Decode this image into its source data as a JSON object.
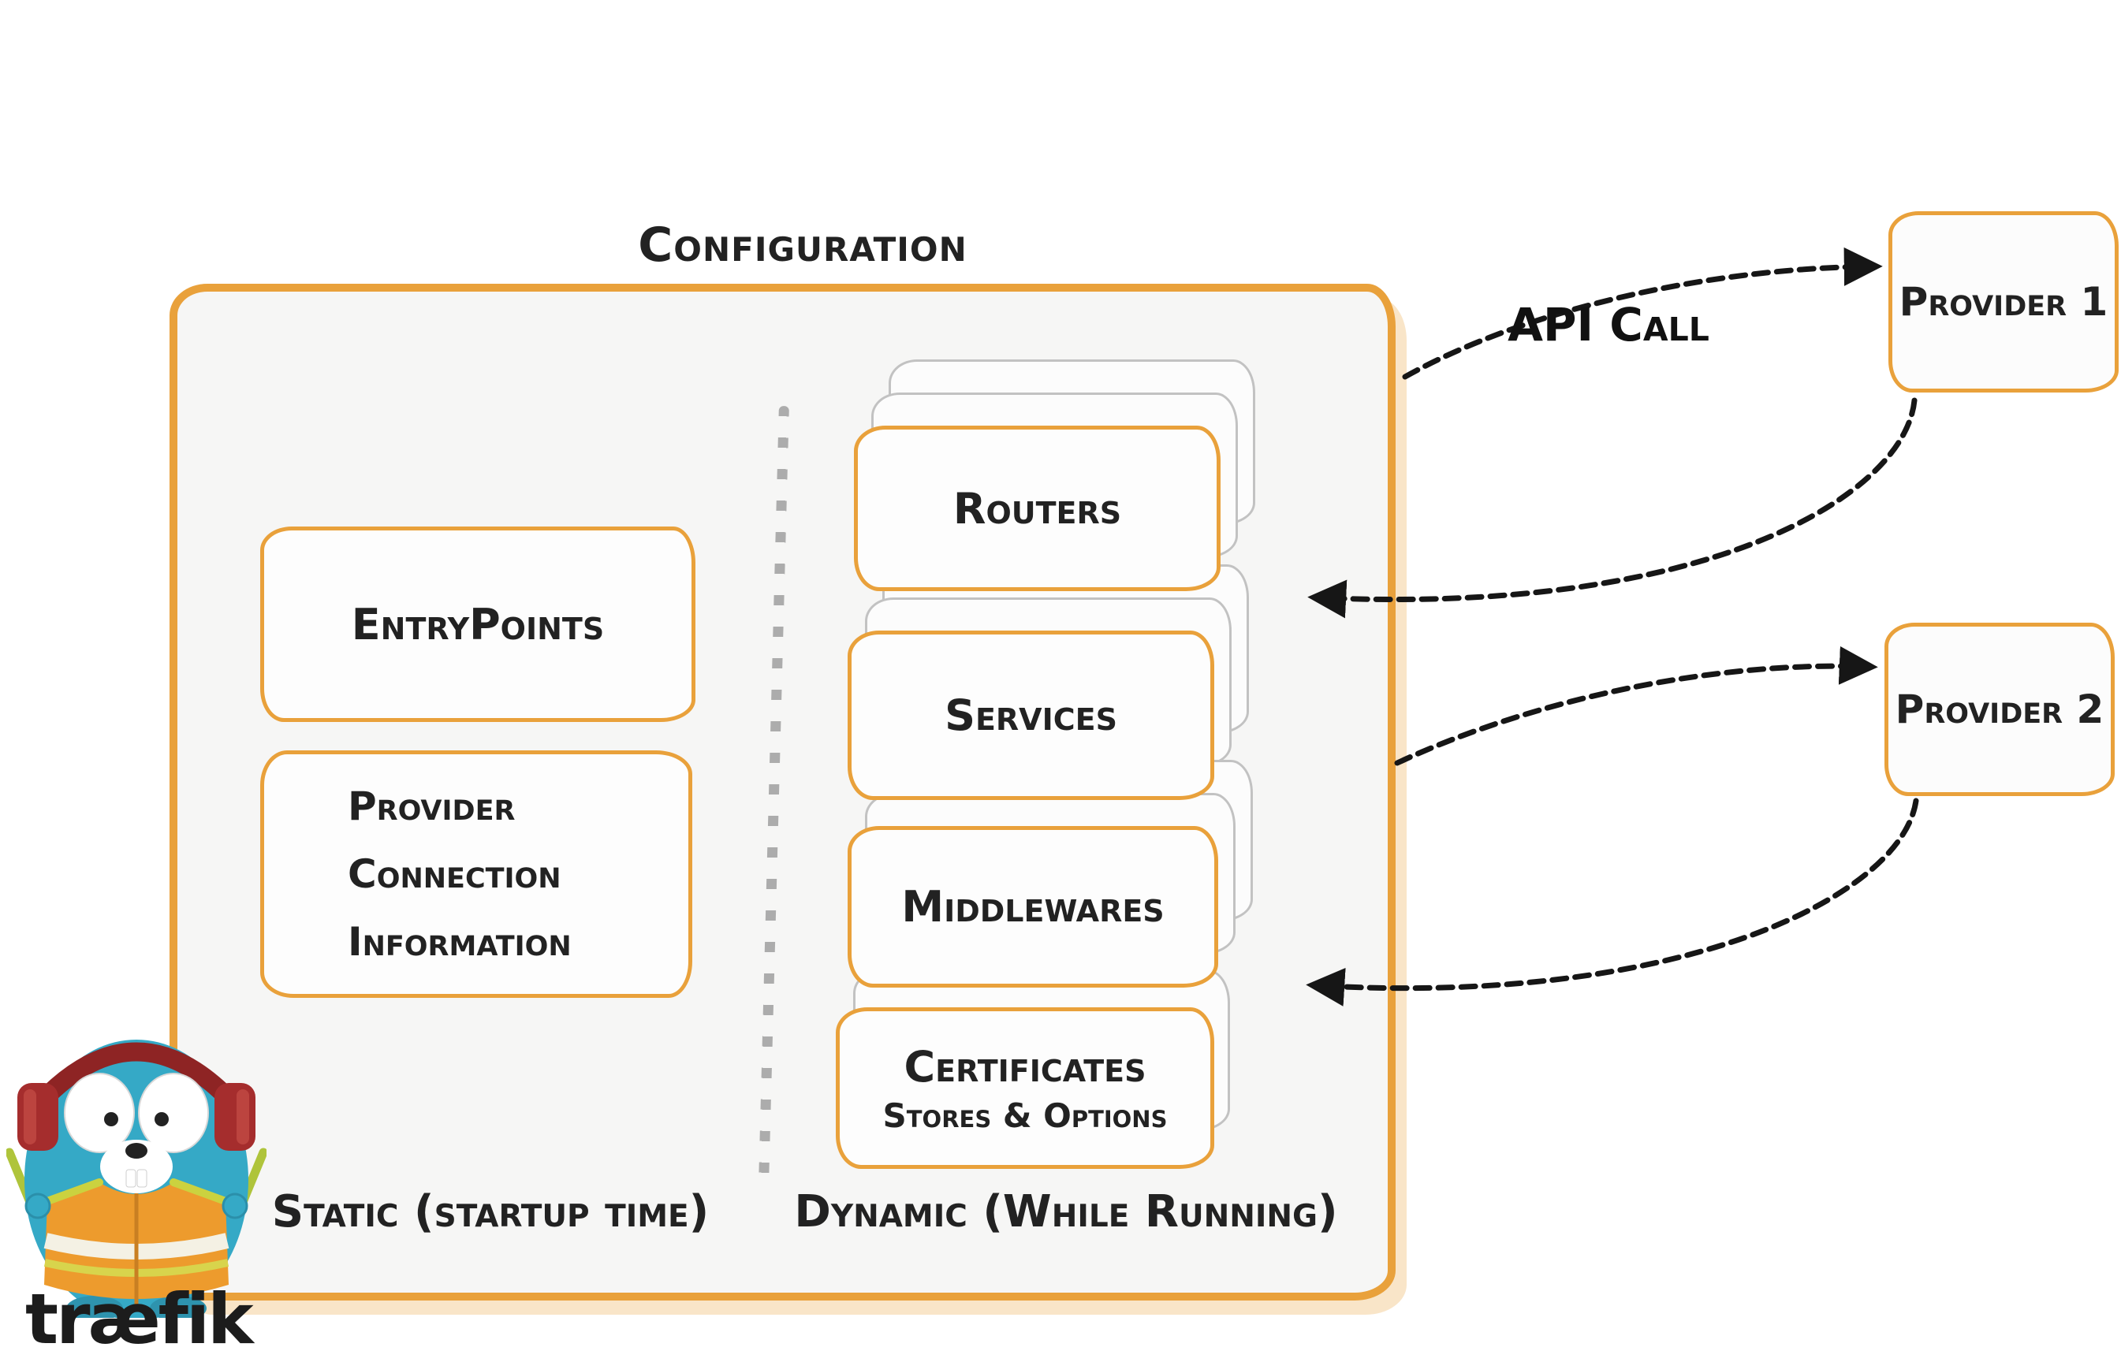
{
  "colors": {
    "orange": "#E9A13B",
    "panel_bg": "#F6F6F5",
    "card_bg": "#FDFDFD",
    "ink": "#222222",
    "ghost": "#C2C2C2",
    "arrow": "#161616",
    "teal": "#35A9C6"
  },
  "diagram": {
    "title": "Configuration",
    "static_section": {
      "caption": "Static (startup time)",
      "boxes": {
        "entrypoints": "EntryPoints",
        "provider_connection": "Provider\nConnection\nInformation"
      }
    },
    "dynamic_section": {
      "caption": "Dynamic (While Running)",
      "boxes": {
        "routers": "Routers",
        "services": "Services",
        "middlewares": "Middlewares",
        "certificates": "Certificates",
        "certificates_sub": "Stores & Options"
      }
    }
  },
  "external": {
    "api_call_label": "API Call",
    "provider1": "Provider 1",
    "provider2": "Provider 2"
  },
  "logo": {
    "wordmark": "træfik"
  }
}
